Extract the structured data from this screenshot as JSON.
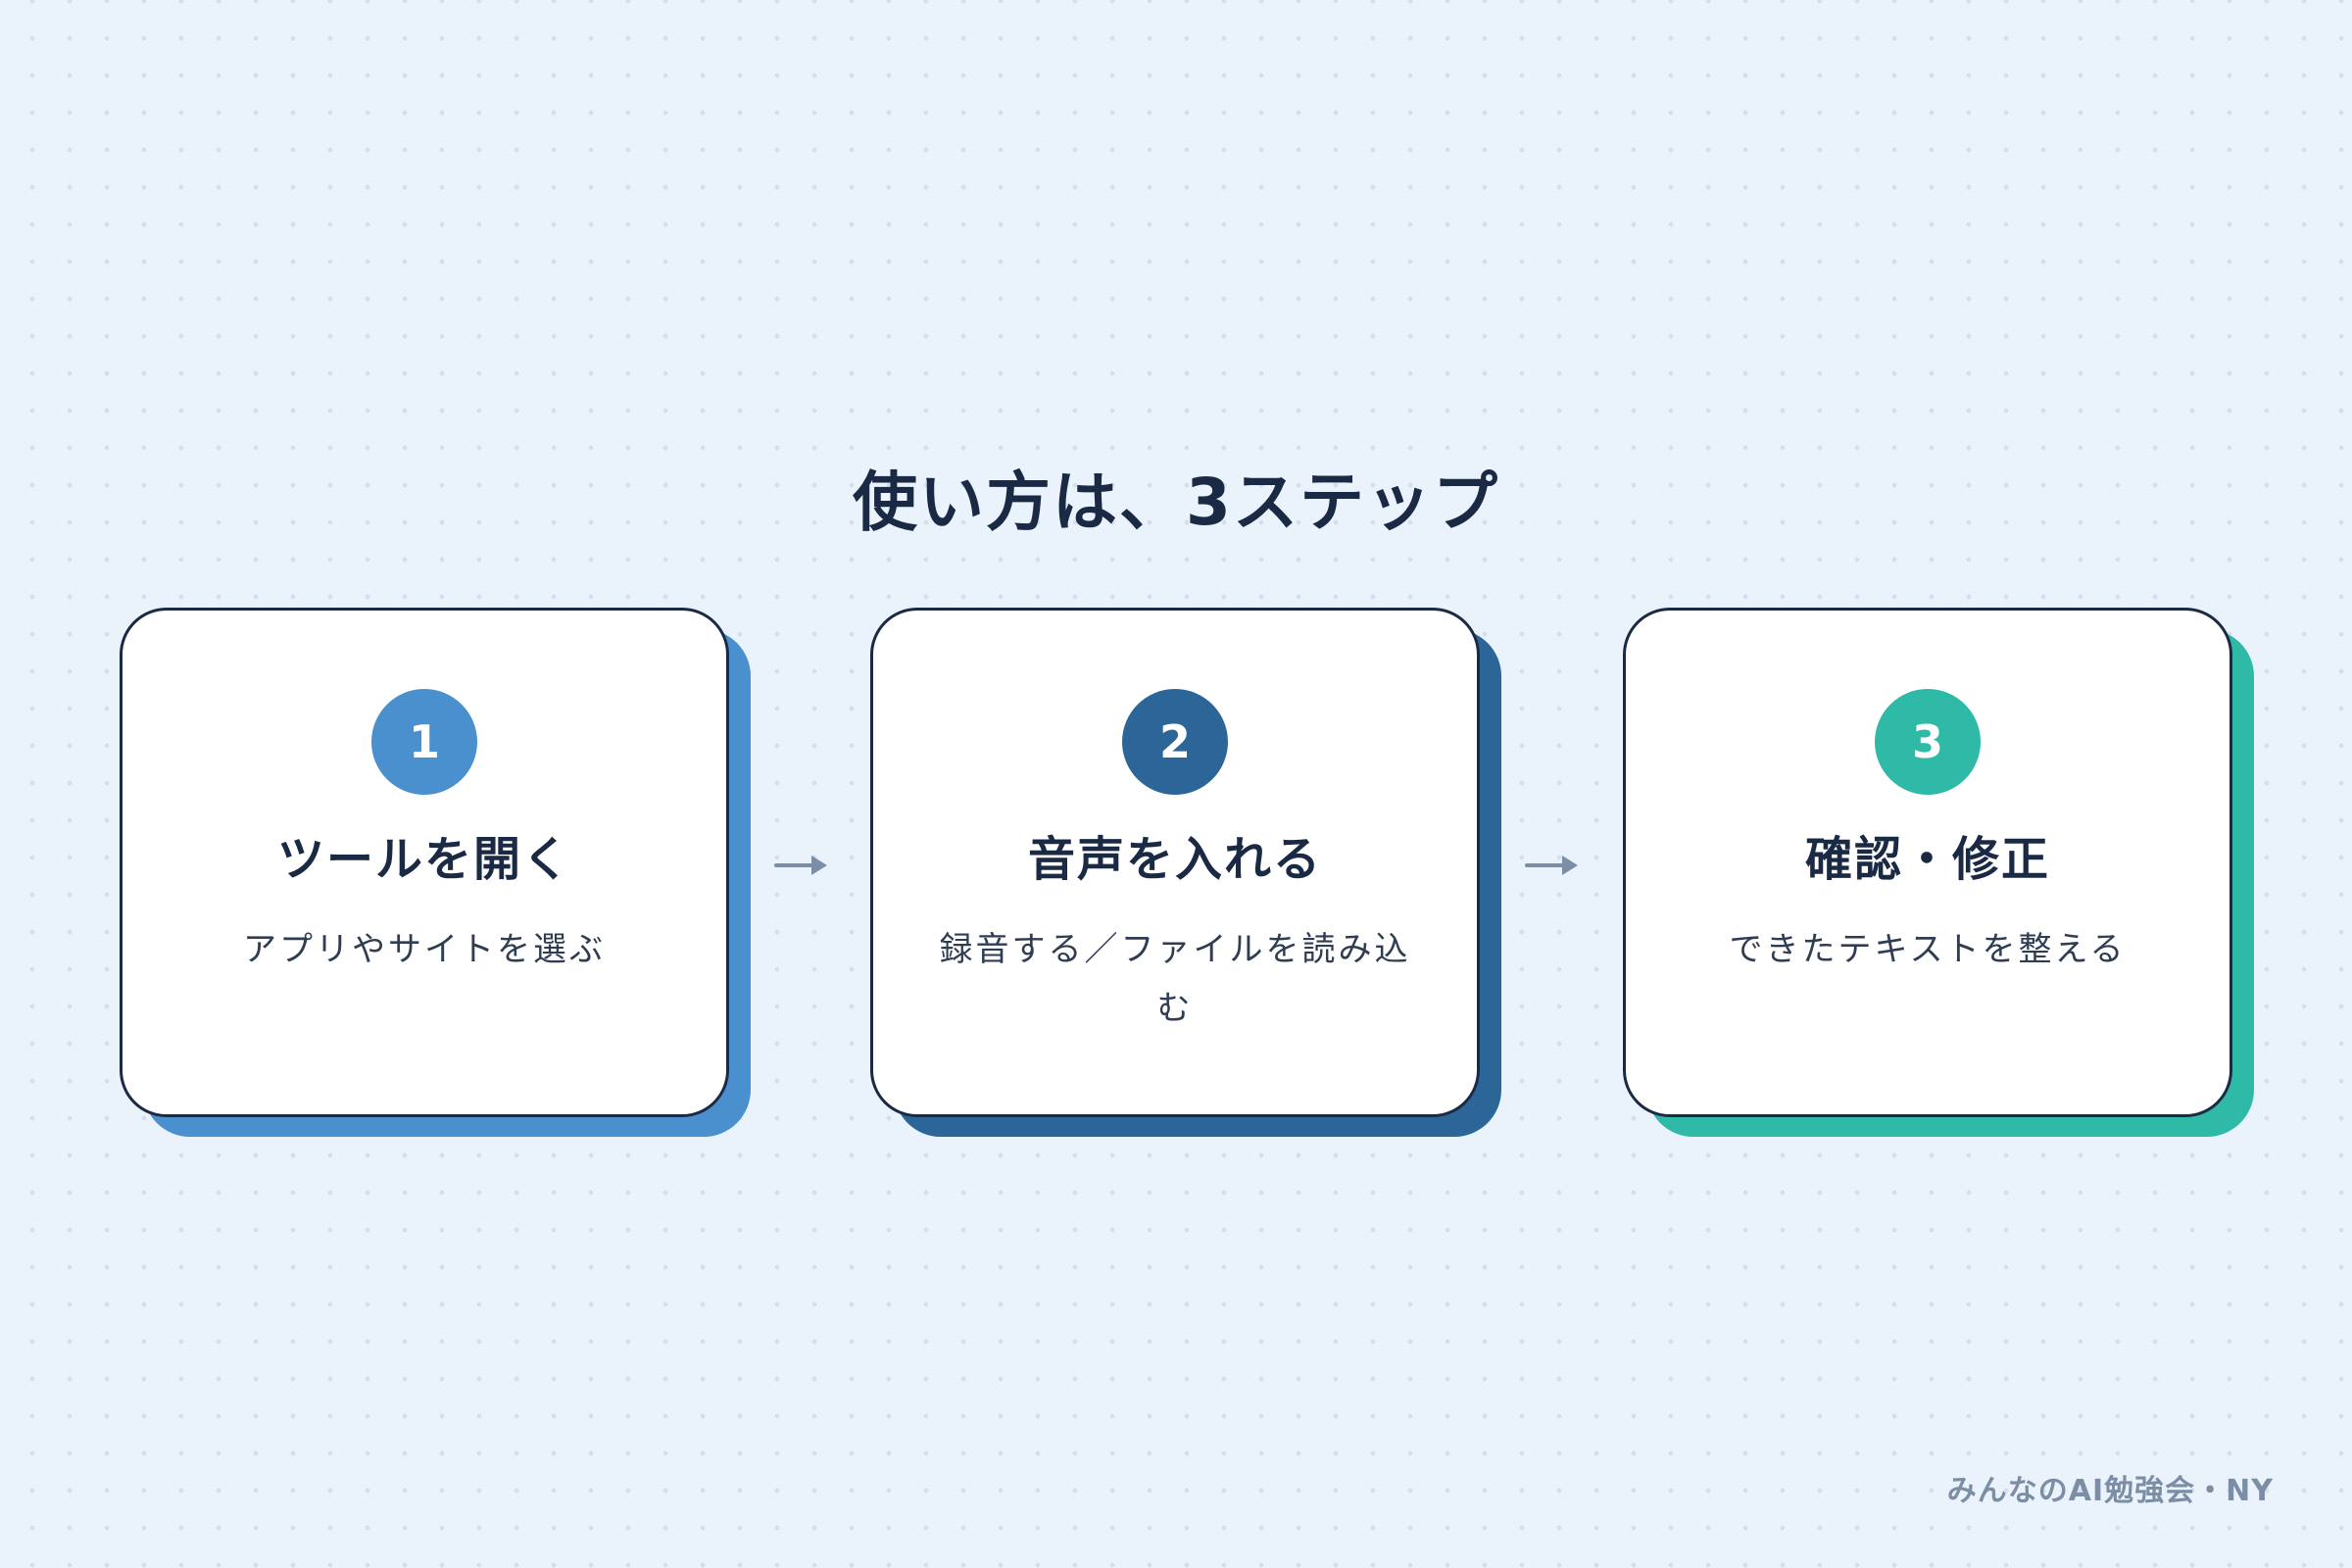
{
  "title": "使い方は、3ステップ",
  "steps": [
    {
      "number": "1",
      "title": "ツールを開く",
      "description": "アプリやサイトを選ぶ",
      "color": "#4a90cf"
    },
    {
      "number": "2",
      "title": "音声を入れる",
      "description": "録音する／ファイルを読み込む",
      "color": "#2c6698"
    },
    {
      "number": "3",
      "title": "確認・修正",
      "description": "できたテキストを整える",
      "color": "#2fbaa8"
    }
  ],
  "footer": "みんなのAI勉強会・NY",
  "colors": {
    "background": "#eaf3fc",
    "text": "#1b2a44",
    "arrow": "#7b8ea6",
    "footer": "#7b8ea6"
  },
  "icons": {
    "arrow": "right-arrow-icon"
  }
}
